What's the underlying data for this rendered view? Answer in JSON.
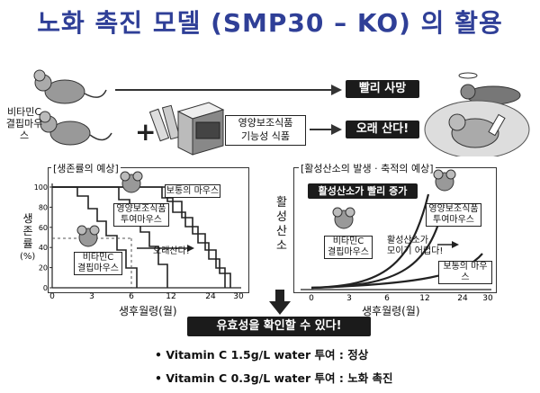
{
  "title": "노화 촉진 모델 (SMP30 – KO) 의 활용",
  "top": {
    "mouse_label_line1": "비타민C",
    "mouse_label_line2": "결핍마우스",
    "plus": "+",
    "supplement_label_line1": "영양보조식품",
    "supplement_label_line2": "기능성 식품",
    "result_fast_death": "빨리 사망",
    "result_long_life": "오래 산다!"
  },
  "left_chart": {
    "header": "[생존률의 예상]",
    "ylabel": "생존률",
    "yunit": "(%)",
    "xlabel": "생후월령(월)",
    "yticks": [
      "100",
      "80",
      "60",
      "40",
      "20",
      "0"
    ],
    "xticks": [
      "0",
      "3",
      "6",
      "12",
      "24",
      "30"
    ],
    "label_normal_mouse": "보통의 마우스",
    "label_supplement_line1": "영양보조식품",
    "label_supplement_line2": "투여마우스",
    "label_vitc_line1": "비타민C",
    "label_vitc_line2": "결핍마우스",
    "arrow_label": "오래산다!"
  },
  "right_chart": {
    "header": "[활성산소의 발생 · 축적의 예상]",
    "ylabel": "활성산소",
    "xlabel": "생후월령(월)",
    "xticks": [
      "0",
      "3",
      "6",
      "12",
      "24",
      "30"
    ],
    "badge": "활성산소가 빨리 증가",
    "label_supplement_line1": "영양보조식품",
    "label_supplement_line2": "투여마우스",
    "label_vitc_line1": "비타민C",
    "label_vitc_line2": "결핍마우스",
    "label_accum_line1": "활성산소가",
    "label_accum_line2": "모이기 어렵다!",
    "label_normal_mouse": "보통의 마우스"
  },
  "conclusion": "유효성을 확인할 수 있다!",
  "bullets": [
    "Vitamin C 1.5g/L water 투여 : 정상",
    "Vitamin C 0.3g/L water 투여 : 노화 촉진"
  ]
}
